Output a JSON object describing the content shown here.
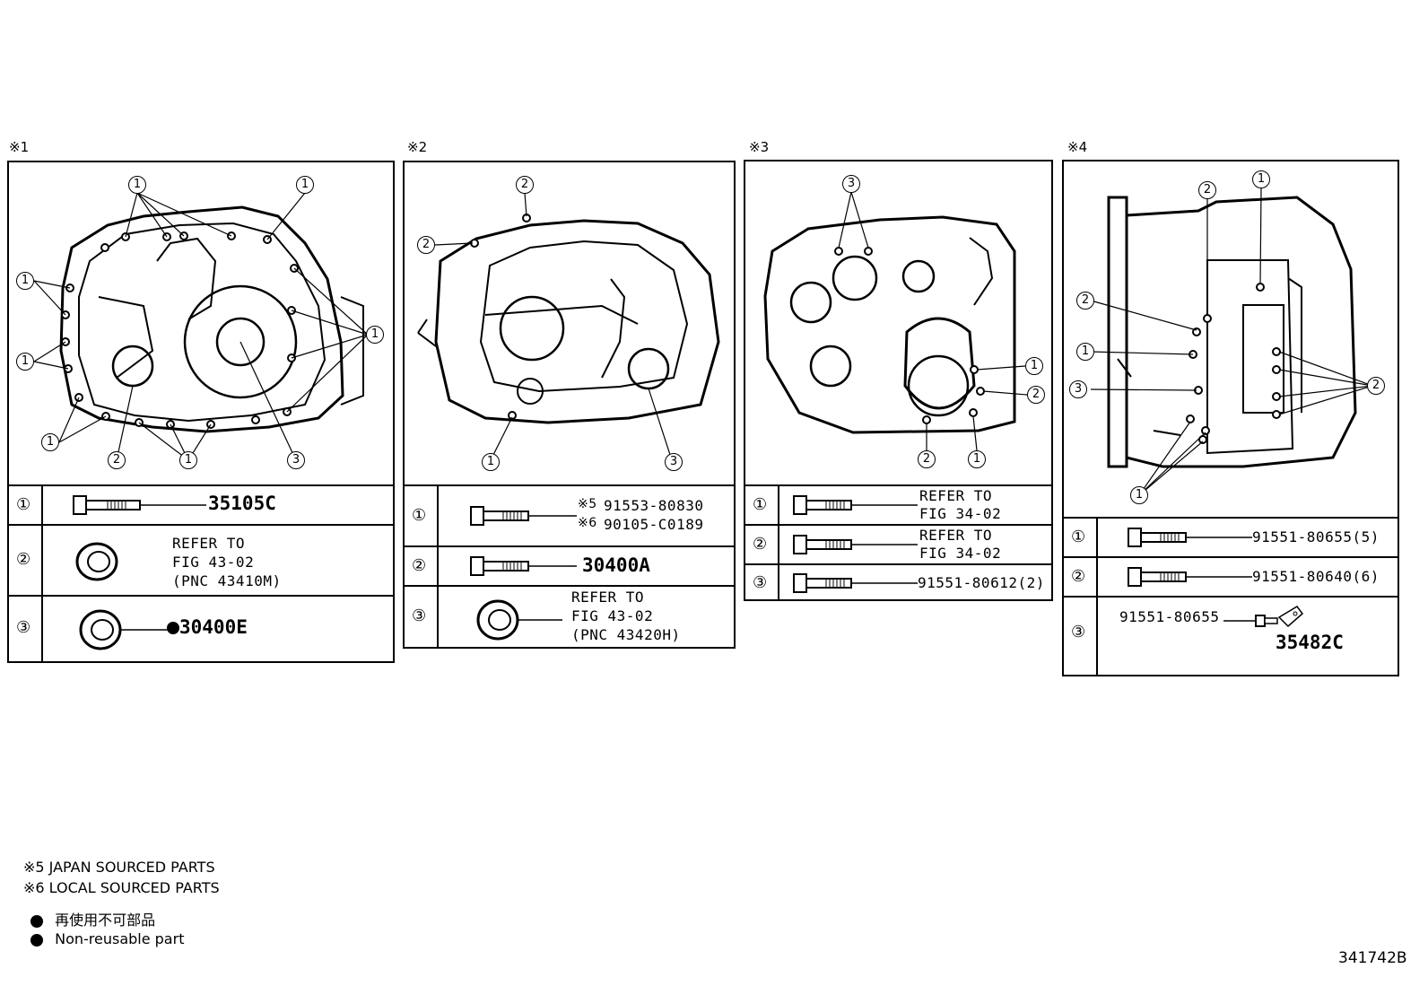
{
  "panels": [
    {
      "marker": "※1",
      "rows": [
        {
          "num": "①",
          "part": "35105C"
        },
        {
          "num": "②",
          "ref_lines": [
            "REFER TO",
            "FIG 43-02",
            "(PNC 43410M)"
          ]
        },
        {
          "num": "③",
          "part": "30400E",
          "nonreusable": true
        }
      ]
    },
    {
      "marker": "※2",
      "rows": [
        {
          "num": "①",
          "variants": [
            {
              "mark": "※5",
              "part": "91553-80830"
            },
            {
              "mark": "※6",
              "part": "90105-C0189"
            }
          ]
        },
        {
          "num": "②",
          "part": "30400A"
        },
        {
          "num": "③",
          "ref_lines": [
            "REFER TO",
            "FIG 43-02",
            "(PNC 43420H)"
          ]
        }
      ]
    },
    {
      "marker": "※3",
      "rows": [
        {
          "num": "①",
          "ref_lines": [
            "REFER TO",
            "FIG 34-02"
          ]
        },
        {
          "num": "②",
          "ref_lines": [
            "REFER TO",
            "FIG 34-02"
          ]
        },
        {
          "num": "③",
          "part": "91551-80612(2)"
        }
      ]
    },
    {
      "marker": "※4",
      "rows": [
        {
          "num": "①",
          "part": "91551-80655(5)"
        },
        {
          "num": "②",
          "part": "91551-80640(6)"
        },
        {
          "num": "③",
          "part": "91551-80655",
          "part2": "35482C"
        }
      ]
    }
  ],
  "callouts": {
    "one": "1",
    "two": "2",
    "three": "3"
  },
  "legend": {
    "note5": "※5 JAPAN SOURCED PARTS",
    "note6": "※6 LOCAL SOURCED PARTS",
    "nonreusable_jp": "再使用不可部品",
    "nonreusable_en": "Non-reusable part"
  },
  "figure_id": "341742B"
}
